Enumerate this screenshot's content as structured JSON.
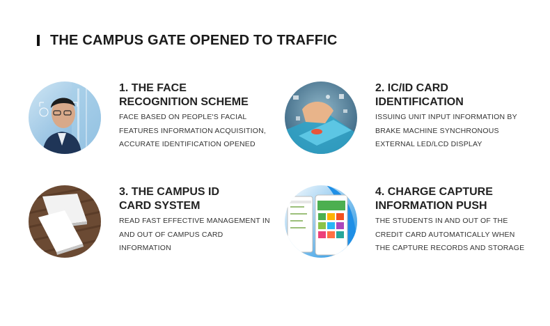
{
  "header": {
    "title": "THE CAMPUS GATE OPENED TO TRAFFIC"
  },
  "features": [
    {
      "title": "1. THE FACE\nRECOGNITION SCHEME",
      "description": "FACE BASED ON PEOPLE'S FACIAL\nFEATURES INFORMATION ACQUISITION,\nACCURATE IDENTIFICATION OPENED",
      "image": "face-recognition-image"
    },
    {
      "title": "2. IC/ID CARD\nIDENTIFICATION",
      "description": "ISSUING UNIT INPUT INFORMATION BY\nBRAKE MACHINE SYNCHRONOUS\nEXTERNAL LED/LCD DISPLAY",
      "image": "card-identification-image"
    },
    {
      "title": "3. THE CAMPUS ID\nCARD SYSTEM",
      "description": "READ FAST EFFECTIVE MANAGEMENT IN\nAND OUT OF CAMPUS CARD\nINFORMATION",
      "image": "id-cards-image"
    },
    {
      "title": "4. CHARGE CAPTURE\nINFORMATION PUSH",
      "description": "THE STUDENTS IN AND OUT OF THE\nCREDIT CARD AUTOMATICALLY WHEN\nTHE CAPTURE RECORDS AND STORAGE",
      "image": "mobile-app-image"
    }
  ]
}
